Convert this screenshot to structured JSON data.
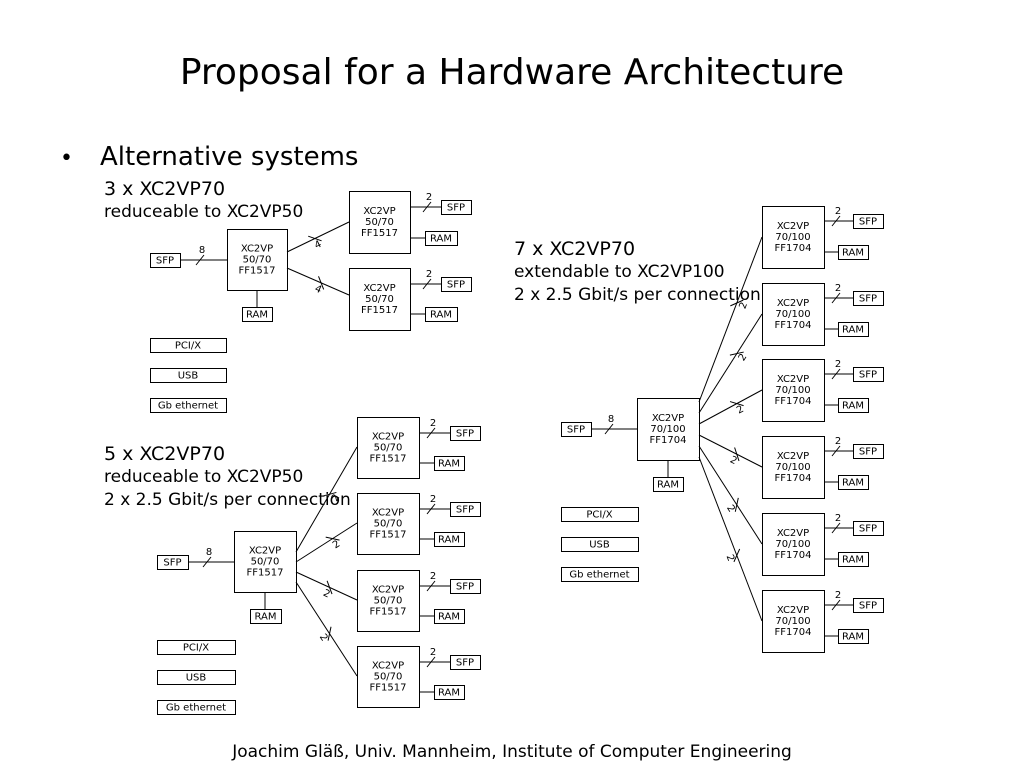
{
  "slide": {
    "title": "Proposal for a Hardware Architecture",
    "bullet": "Alternative systems",
    "footer": "Joachim Gläß, Univ. Mannheim, Institute of Computer Engineering"
  },
  "captions": {
    "top_left": [
      "3 x XC2VP70",
      "reduceable to XC2VP50"
    ],
    "bottom_left": [
      "5 x XC2VP70",
      "reduceable to XC2VP50",
      "2 x 2.5 Gbit/s per connection"
    ],
    "right": [
      "7 x XC2VP70",
      "extendable to XC2VP100",
      "2 x 2.5 Gbit/s per connection"
    ]
  },
  "labels": {
    "sfp": "SFP",
    "ram": "RAM",
    "pcix": "PCI/X",
    "usb": "USB",
    "gbe": "Gb ethernet",
    "fpga50": [
      "XC2VP",
      "50/70",
      "FF1517"
    ],
    "fpga100": [
      "XC2VP",
      "70/100",
      "FF1704"
    ]
  },
  "link_widths": {
    "host_sfp": "8",
    "node_sfp": "2",
    "top_left_links": "4",
    "mesh_links": "2"
  }
}
